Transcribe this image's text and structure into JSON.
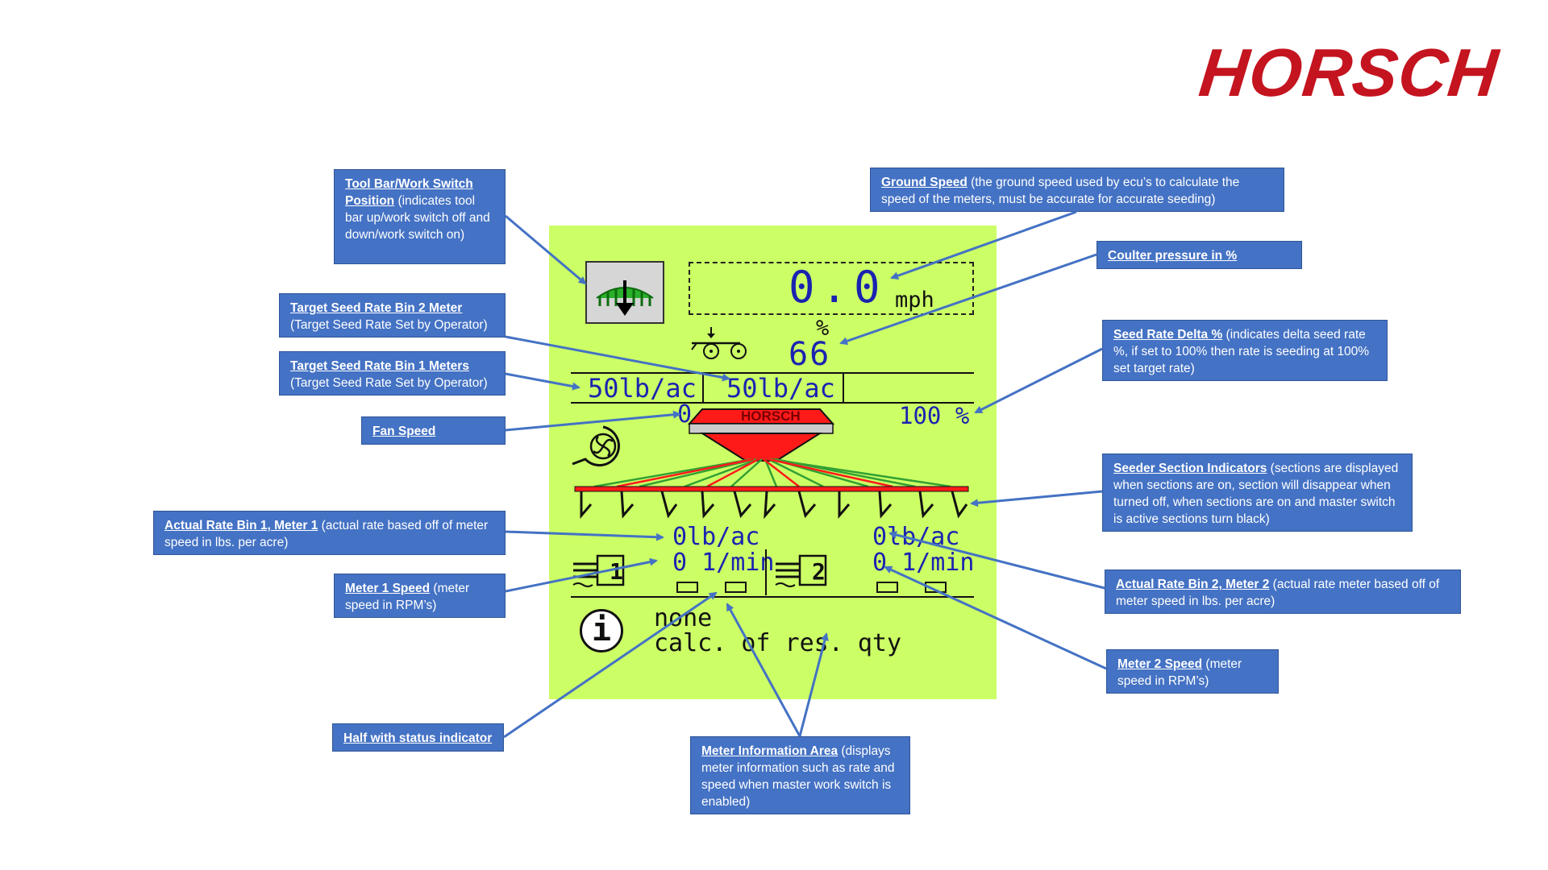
{
  "brand": "HORSCH",
  "colors": {
    "screen_bg": "#ccff66",
    "callout_bg": "#4472c4",
    "brand_red": "#c4141f",
    "lcd_blue": "#1a23b0",
    "seeder_red": "#ff1a1a",
    "seeder_green": "#33a033"
  },
  "display": {
    "speed_value": "0.0",
    "speed_unit": "mph",
    "coulter_pct_symbol": "%",
    "coulter_pressure": "66",
    "bin2_target_rate": "50lb/ac",
    "bin1_target_rate": "50lb/ac",
    "fan_speed": "0",
    "seed_rate_delta": "100 %",
    "hopper_logo": "HORSCH",
    "meter1_rate": "0lb/ac",
    "meter1_speed": "0 1/min",
    "meter1_label": "1",
    "meter2_rate": "0lb/ac",
    "meter2_speed": "0 1/min",
    "meter2_label": "2",
    "info_symbol": "i",
    "info_line1": "none",
    "info_line2": "calc. of res. qty"
  },
  "icons": {
    "toolbar": "toolbar-down-arrow-icon",
    "coulter": "coulter-icon",
    "fan": "fan-icon",
    "seeder": "seeder-icon",
    "meter1": "meter-1-icon",
    "meter2": "meter-2-icon",
    "info": "info-icon"
  },
  "annotations": {
    "toolbar": {
      "title": "Tool Bar/Work Switch Position",
      "body": " (indicates tool bar up/work switch off and down/work switch on)"
    },
    "ground_speed": {
      "title": "Ground Speed",
      "body": " (the ground speed used by  ecu’s to calculate the speed of the meters, must be accurate for accurate seeding)"
    },
    "coulter": {
      "title": "Coulter pressure in %",
      "body": ""
    },
    "target_bin2": {
      "title": "Target Seed Rate Bin 2 Meter",
      "body": " (Target Seed Rate Set by Operator)"
    },
    "target_bin1": {
      "title": "Target Seed Rate Bin 1 Meters",
      "body": " (Target Seed Rate Set by Operator)"
    },
    "seed_delta": {
      "title": "Seed Rate Delta %",
      "body": " (indicates delta seed rate %, if set to 100% then rate is seeding at 100% set target rate)"
    },
    "fan": {
      "title": "Fan Speed",
      "body": ""
    },
    "sections": {
      "title": "Seeder Section Indicators",
      "body": " (sections are displayed when sections are on, section will disappear when turned off, when sections are on and master switch is active sections turn black)"
    },
    "actual_bin1": {
      "title": "Actual Rate Bin 1, Meter 1",
      "body": " (actual rate based off of meter speed in lbs. per acre)"
    },
    "meter1_speed": {
      "title": "Meter 1 Speed",
      "body": " (meter speed in RPM’s)"
    },
    "actual_bin2": {
      "title": "Actual Rate Bin 2, Meter 2",
      "body": " (actual rate meter based off of meter speed in lbs. per acre)"
    },
    "meter2_speed": {
      "title": "Meter 2 Speed",
      "body": " (meter speed in RPM’s)"
    },
    "half": {
      "title": "Half with status indicator",
      "body": ""
    },
    "meter_info": {
      "title": "Meter Information Area",
      "body": " (displays meter information such as rate and speed when master work switch is enabled)"
    }
  }
}
